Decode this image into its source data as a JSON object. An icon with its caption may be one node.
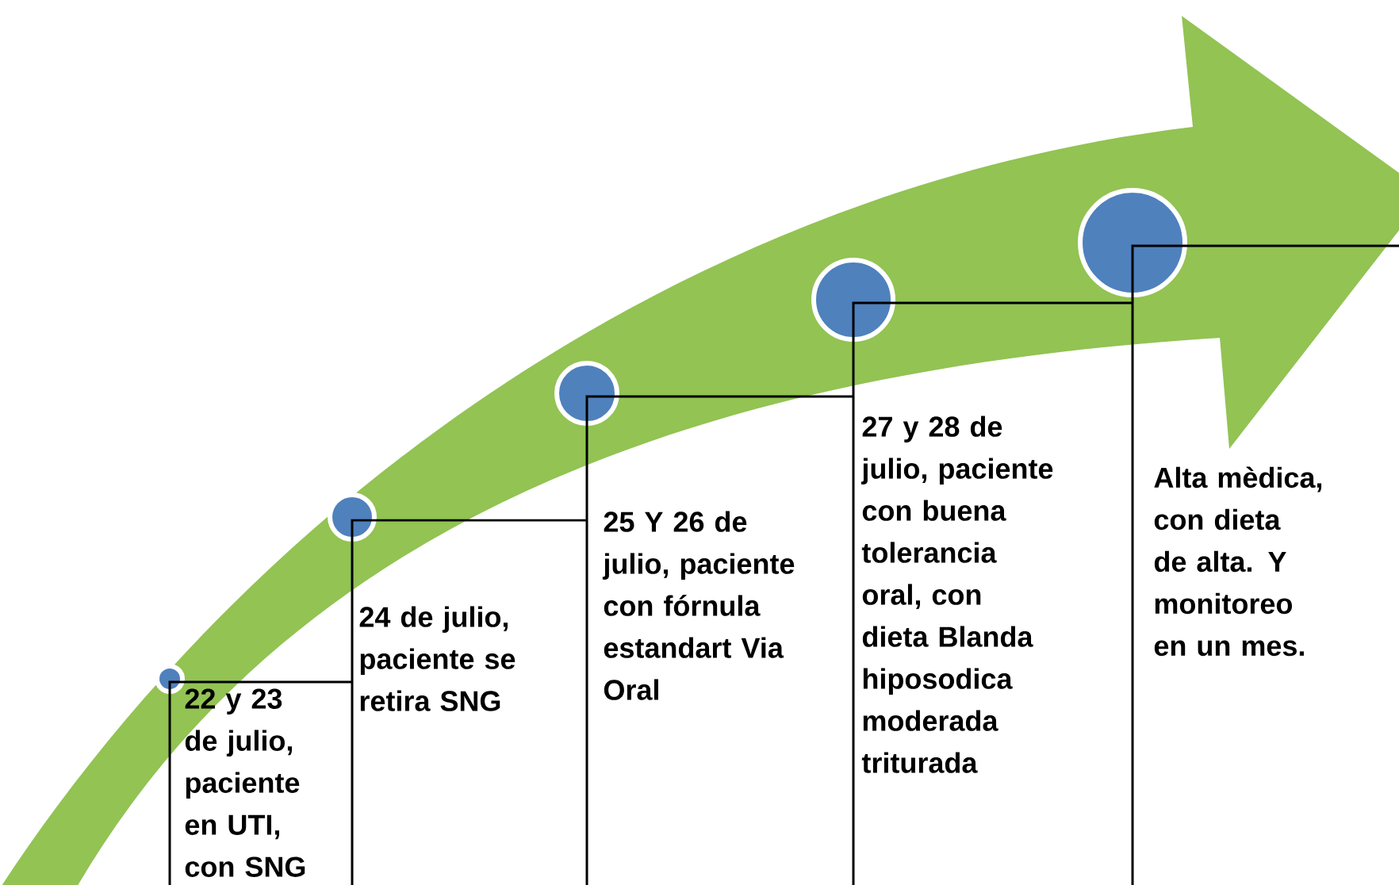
{
  "diagram": {
    "nodes": [
      {
        "text": [
          "22 y 23 de julio, paciente en UTI, con SNG"
        ]
      },
      {
        "text": [
          "24 de julio, paciente se retira SNG"
        ]
      },
      {
        "text": [
          "25 Y 26 de julio, paciente con fórnula estandart Via Oral"
        ]
      },
      {
        "text": [
          "27 y 28 de julio, paciente con buena tolerancia oral, con dieta Blanda hiposodica moderada triturada"
        ]
      },
      {
        "text": [
          "Alta mèdica, con dieta de alta. Y monitoreo en un mes."
        ]
      }
    ]
  }
}
